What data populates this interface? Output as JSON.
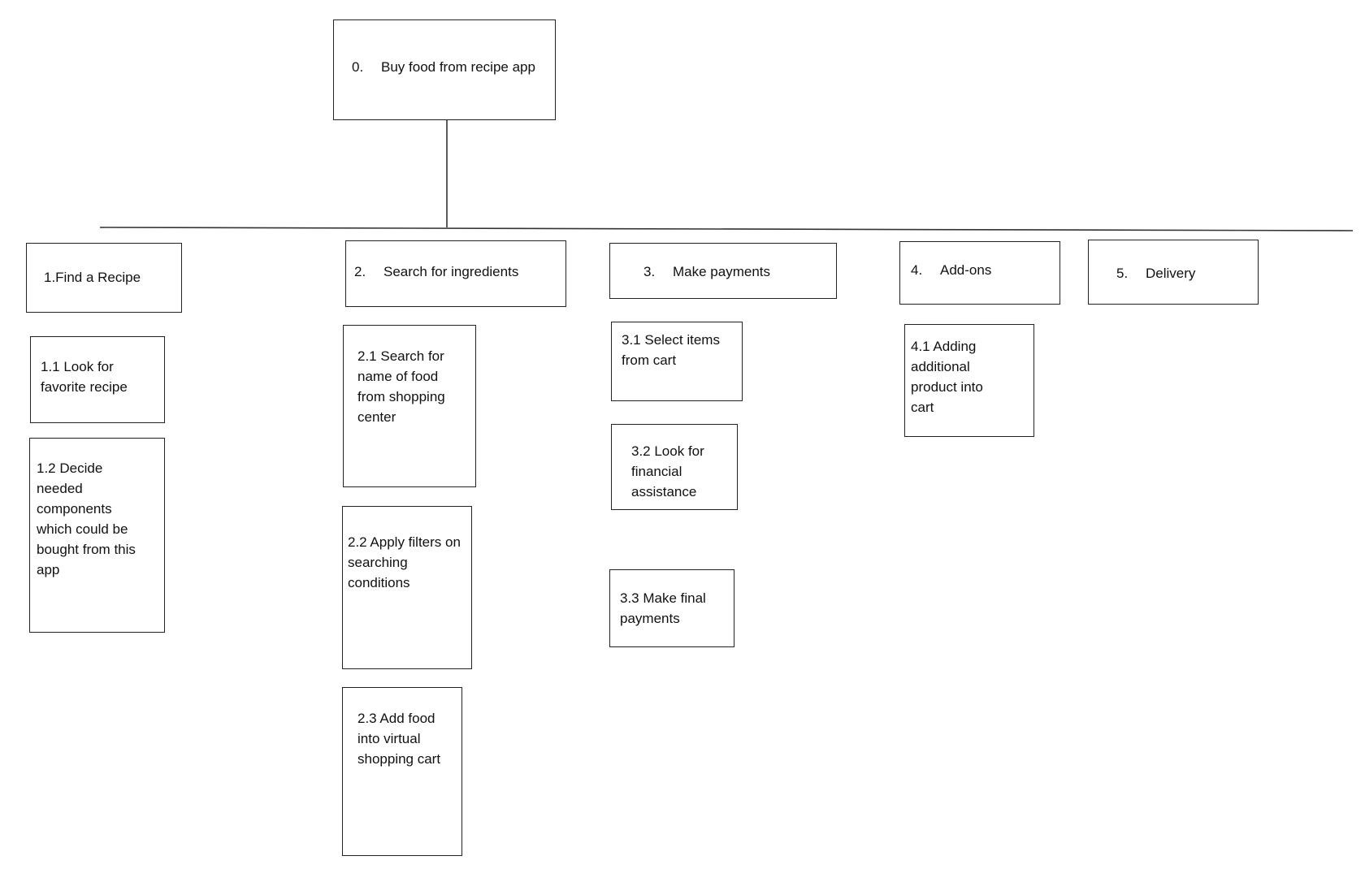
{
  "diagram": {
    "root": {
      "number": "0.",
      "label": "Buy food from recipe app"
    },
    "branches": [
      {
        "title": "1.Find a Recipe",
        "children": [
          {
            "label": "1.1 Look for favorite recipe"
          },
          {
            "label": "1.2 Decide needed components which could be bought from this app"
          }
        ]
      },
      {
        "number": "2.",
        "label": "Search for ingredients",
        "children": [
          {
            "label": "2.1 Search for name of food from shopping center"
          },
          {
            "label": "2.2 Apply filters on searching conditions"
          },
          {
            "label": "2.3 Add food into virtual shopping cart"
          }
        ]
      },
      {
        "number": "3.",
        "label": "Make payments",
        "children": [
          {
            "label": "3.1 Select items from cart"
          },
          {
            "label": "3.2 Look for financial assistance"
          },
          {
            "label": "3.3 Make final payments"
          }
        ]
      },
      {
        "number": "4.",
        "label": "Add-ons",
        "children": [
          {
            "label": "4.1 Adding additional product into cart"
          }
        ]
      },
      {
        "number": "5.",
        "label": "Delivery"
      }
    ]
  }
}
